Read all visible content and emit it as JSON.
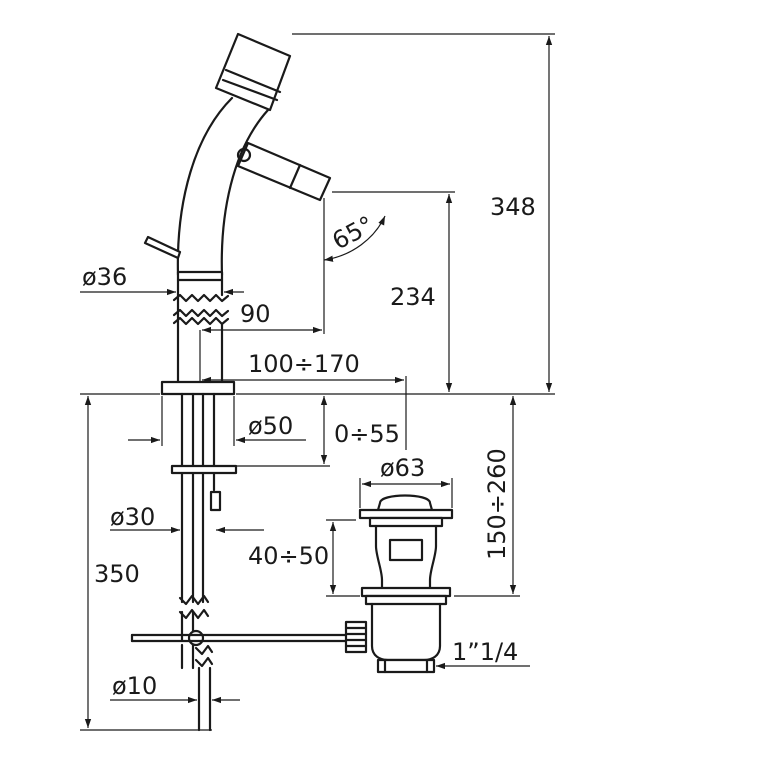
{
  "dimensions": {
    "total_height": "348",
    "spout_height": "234",
    "body_diameter": "ø36",
    "spout_reach": "90",
    "pop_up_reach": "100÷170",
    "base_diameter": "ø50",
    "worktop_thickness": "0÷55",
    "waste_head_diameter": "ø63",
    "waste_length": "150÷260",
    "shank_diameter": "ø30",
    "rod_adjust": "40÷50",
    "overall_depth": "350",
    "rod_diameter": "ø10",
    "waste_thread": "1”1/4",
    "spout_swivel_angle": "65°"
  }
}
